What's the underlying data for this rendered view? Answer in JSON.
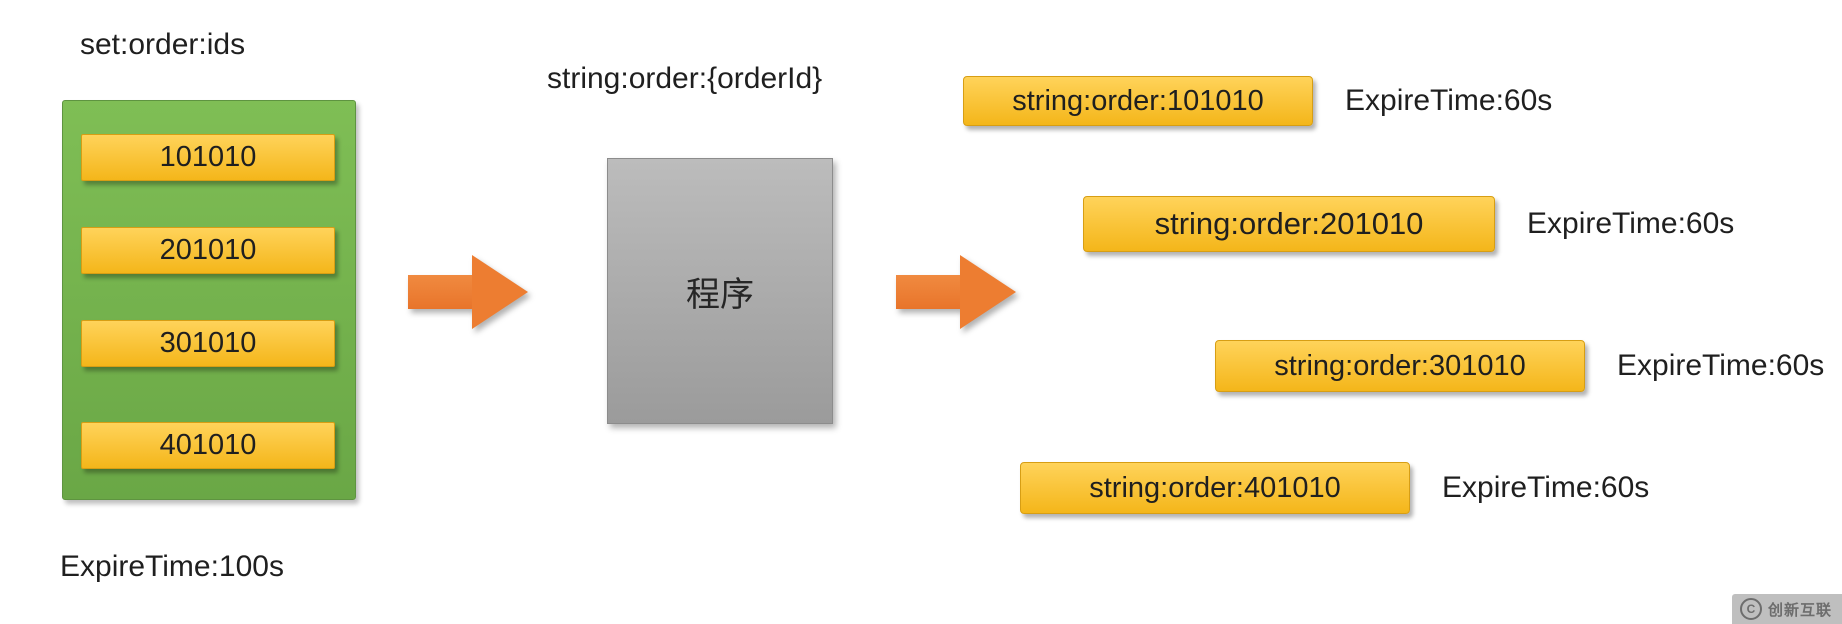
{
  "diagram": {
    "left": {
      "title": "set:order:ids",
      "items": [
        "101010",
        "201010",
        "301010",
        "401010"
      ],
      "expire": "ExpireTime:100s"
    },
    "middle": {
      "title": "string:order:{orderId}",
      "program_label": "程序"
    },
    "right": {
      "rows": [
        {
          "key": "string:order:101010",
          "expire": "ExpireTime:60s"
        },
        {
          "key": "string:order:201010",
          "expire": "ExpireTime:60s"
        },
        {
          "key": "string:order:301010",
          "expire": "ExpireTime:60s"
        },
        {
          "key": "string:order:401010",
          "expire": "ExpireTime:60s"
        }
      ]
    },
    "watermark": {
      "icon": "C",
      "brand": "创新互联"
    }
  },
  "colors": {
    "green_box": "#71ad47",
    "yellow_bar": "#f8c127",
    "orange_arrow": "#ed7d31",
    "gray_box": "#a6a6a6",
    "text": "#1f1f1f"
  }
}
